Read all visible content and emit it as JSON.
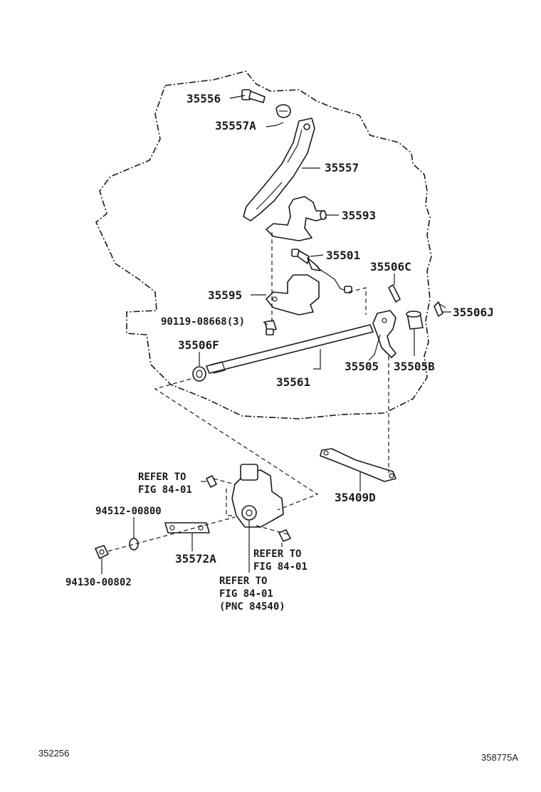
{
  "labels": {
    "p35556": "35556",
    "p35557A": "35557A",
    "p35557": "35557",
    "p35593": "35593",
    "p35501": "35501",
    "p35506C": "35506C",
    "p35595": "35595",
    "p35506J": "35506J",
    "p90119": "90119-08668(3)",
    "p35506F": "35506F",
    "p35505": "35505",
    "p35505B": "35505B",
    "p35561": "35561",
    "p35409D": "35409D",
    "p94512": "94512-00800",
    "p35572A": "35572A",
    "p94130": "94130-00802"
  },
  "references": {
    "ref1_line1": "REFER TO",
    "ref1_line2": "FIG 84-01",
    "ref2_line1": "REFER TO",
    "ref2_line2": "FIG 84-01",
    "ref3_line1": "REFER TO",
    "ref3_line2": "FIG 84-01",
    "ref3_line3": "(PNC 84540)"
  },
  "footer": {
    "left_code": "352256",
    "right_code": "358775A"
  }
}
